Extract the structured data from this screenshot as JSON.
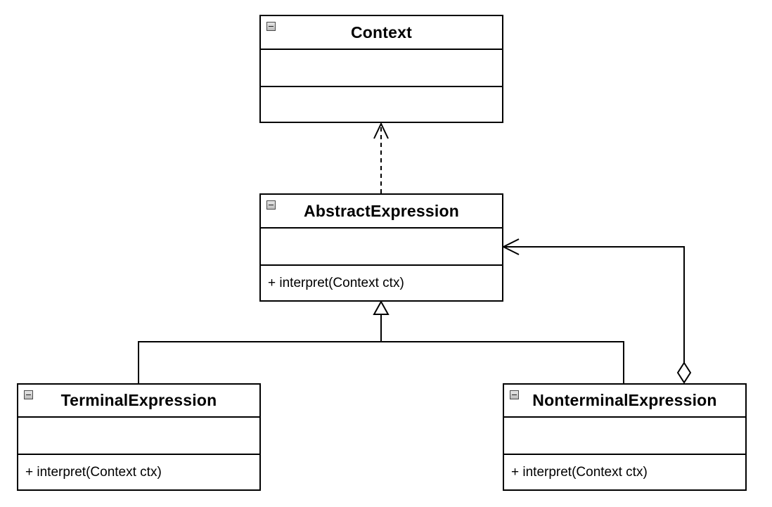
{
  "diagram": {
    "classes": {
      "context": {
        "name": "Context",
        "operations": []
      },
      "abstract_expression": {
        "name": "AbstractExpression",
        "operations": [
          "+ interpret(Context ctx)"
        ]
      },
      "terminal_expression": {
        "name": "TerminalExpression",
        "operations": [
          "+ interpret(Context ctx)"
        ]
      },
      "nonterminal_expression": {
        "name": "NonterminalExpression",
        "operations": [
          "+ interpret(Context ctx)"
        ]
      }
    },
    "relationships": [
      {
        "type": "dependency",
        "from": "AbstractExpression",
        "to": "Context"
      },
      {
        "type": "generalization",
        "from": "TerminalExpression",
        "to": "AbstractExpression"
      },
      {
        "type": "generalization",
        "from": "NonterminalExpression",
        "to": "AbstractExpression"
      },
      {
        "type": "aggregation",
        "from": "NonterminalExpression",
        "to": "AbstractExpression"
      }
    ]
  }
}
